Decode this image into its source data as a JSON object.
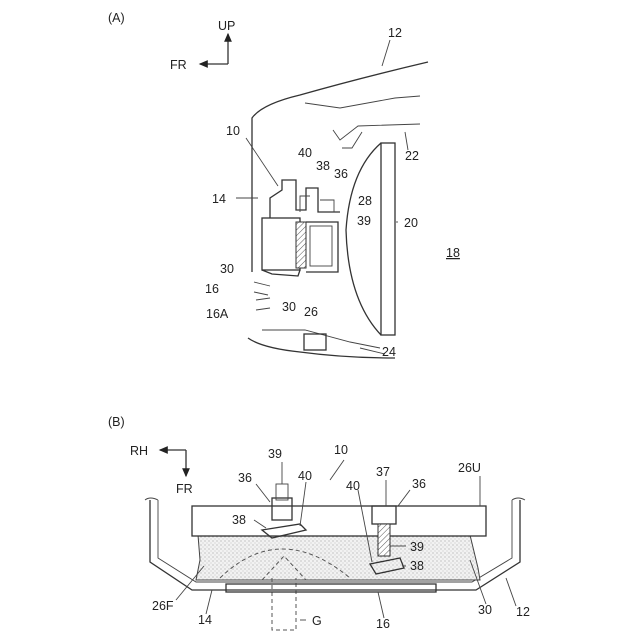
{
  "panel_a": {
    "label": "(A)",
    "orientation": {
      "up": "UP",
      "front": "FR"
    },
    "refs": {
      "r12": "12",
      "r10": "10",
      "r40": "40",
      "r38": "38",
      "r36": "36",
      "r22": "22",
      "r14": "14",
      "r28": "28",
      "r39": "39",
      "r20": "20",
      "r18": "18",
      "r30a": "30",
      "r16": "16",
      "r30b": "30",
      "r26": "26",
      "r16A": "16A",
      "r24": "24"
    }
  },
  "panel_b": {
    "label": "(B)",
    "orientation": {
      "right": "RH",
      "front": "FR"
    },
    "refs": {
      "r39a": "39",
      "r10": "10",
      "r37": "37",
      "r26U": "26U",
      "r36a": "36",
      "r40a": "40",
      "r40b": "40",
      "r36b": "36",
      "r38a": "38",
      "r39b": "39",
      "r38b": "38",
      "r26F": "26F",
      "r14": "14",
      "r16": "16",
      "r30": "30",
      "r12": "12",
      "rG": "G"
    }
  }
}
